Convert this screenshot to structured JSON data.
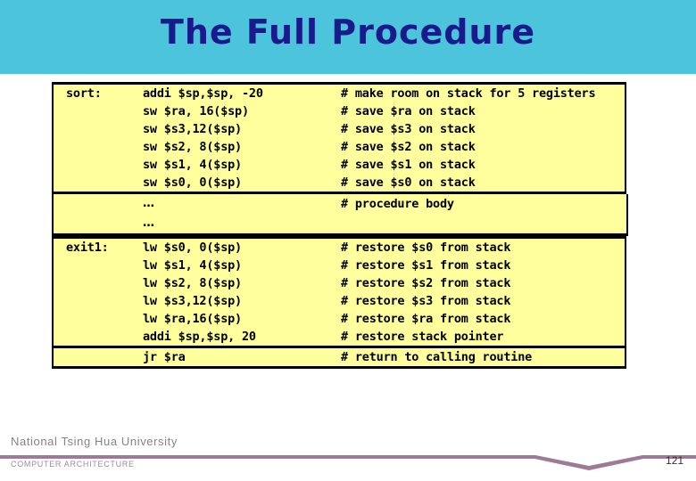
{
  "slide": {
    "title": "The Full Procedure",
    "header_color": "#4bc4dc",
    "title_color": "#1a1a8c",
    "code_background": "#ffff9e",
    "page_number": "121"
  },
  "code": {
    "blocks": [
      {
        "id": "prologue",
        "rows": [
          {
            "label": "sort:",
            "instr": "addi $sp,$sp, -20",
            "comment": "# make room on stack for 5 registers"
          },
          {
            "label": "",
            "instr": "sw $ra, 16($sp)",
            "comment": "# save $ra on stack"
          },
          {
            "label": "",
            "instr": "sw $s3,12($sp)",
            "comment": "# save $s3 on stack"
          },
          {
            "label": "",
            "instr": "sw $s2, 8($sp)",
            "comment": "# save $s2 on stack"
          },
          {
            "label": "",
            "instr": "sw $s1, 4($sp)",
            "comment": "# save $s1 on stack"
          },
          {
            "label": "",
            "instr": "sw $s0, 0($sp)",
            "comment": "# save $s0 on stack"
          }
        ]
      },
      {
        "id": "body",
        "rows": [
          {
            "label": "",
            "instr": "…",
            "comment": "# procedure body"
          },
          {
            "label": "",
            "instr": "…",
            "comment": ""
          }
        ]
      },
      {
        "id": "epilogue",
        "rows": [
          {
            "label": "exit1:",
            "instr": "lw $s0, 0($sp)",
            "comment": "# restore $s0 from stack"
          },
          {
            "label": "",
            "instr": "lw $s1, 4($sp)",
            "comment": "# restore $s1 from stack"
          },
          {
            "label": "",
            "instr": "lw $s2, 8($sp)",
            "comment": "# restore $s2 from stack"
          },
          {
            "label": "",
            "instr": "lw $s3,12($sp)",
            "comment": "# restore $s3 from stack"
          },
          {
            "label": "",
            "instr": "lw $ra,16($sp)",
            "comment": "# restore $ra from stack"
          },
          {
            "label": "",
            "instr": "addi $sp,$sp, 20",
            "comment": "# restore stack pointer"
          }
        ]
      },
      {
        "id": "return",
        "rows": [
          {
            "label": "",
            "instr": "jr $ra",
            "comment": "# return to calling routine"
          }
        ]
      }
    ]
  },
  "footer": {
    "university": "National  Tsing  Hua  University",
    "department": "COMPUTER   ARCHITECTURE",
    "rule_color": "#9d7a95"
  }
}
